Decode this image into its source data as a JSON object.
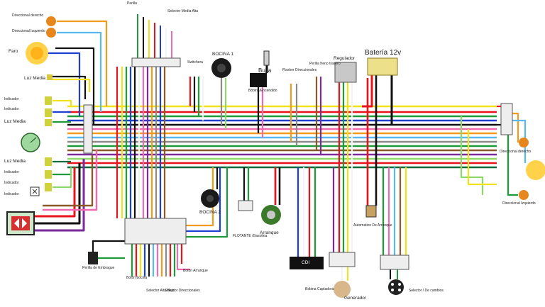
{
  "labels": {
    "direccional_derecho_top": "Direccional derecho",
    "direccional_izquierdo_top": "Direccional Izquierdo",
    "faro": "Faro",
    "luz_media_top": "Luz Media",
    "indicador_neutro": "Indicador",
    "indicador_dir_derecho": "Indicador",
    "luz_media_mid": "Luz Media",
    "luz_media_bot": "Luz Media",
    "indicador_dir_izquierdo": "Indicador",
    "indicador_neutro2": "Indicador",
    "indicador_gasolina": "Indicador",
    "perilla_derecha": "Perilla",
    "selector_media_alta": "Selector Media Alta",
    "bocina1": "BOCINA 1",
    "bujia": "Bujía",
    "bobina_encendido": "Bobina/Encendido",
    "switchera": "Switchera",
    "flasher": "Flasher Direccionales",
    "perilla_freno": "Perilla freno trasero",
    "regulador": "Regulador",
    "bateria": "Batería 12v",
    "direccional_derecho_right": "Direccional derecho",
    "direccional_izquierdo_right": "Direccional Izquierdo",
    "bocina2": "BOCINA 2",
    "flotante": "FLOTANTE /Gasolina",
    "arranque": "Arranque",
    "automatico": "Automatico De Arranque",
    "cdi": "CDI",
    "perilla_embrague": "Perilla de Embrague",
    "bobina_captadora": "Bobina Captadora",
    "generador": "Generador",
    "selector_cambios": "Selector / De cambios",
    "selector_alta_baja": "Selector Alta Baja",
    "selector_direccionales": "Selector Direccionales",
    "boton_bocina": "Botón bocina",
    "boton_arranque": "Botón Arranque"
  },
  "colors": {
    "red": "#e8141a",
    "green": "#1f9a3a",
    "yellow": "#f2e21b",
    "blue": "#1e3fd1",
    "black": "#111111",
    "white": "#f4f4f4",
    "pink": "#f26bb0",
    "orange": "#f29a1b",
    "gray": "#8a8a8a",
    "lightblue": "#5ab8f0",
    "brown": "#8b5a2b",
    "purple": "#7a2a9a",
    "lightgreen": "#8ed86a",
    "darkgreen": "#0b6b3a"
  }
}
